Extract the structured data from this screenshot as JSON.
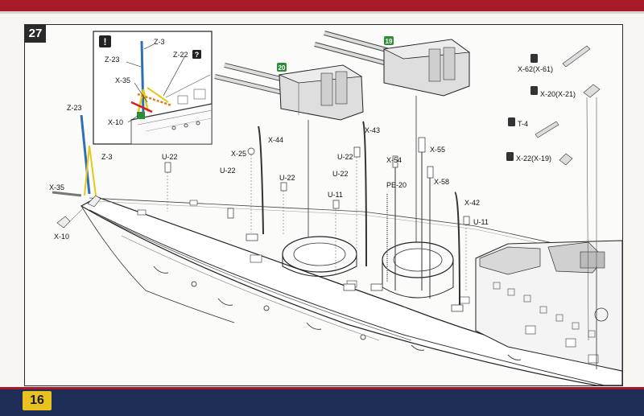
{
  "page_number": "16",
  "step_number": "27",
  "inset": {
    "warning_glyph": "!",
    "question_glyph": "?",
    "labels": [
      "Z-3",
      "Z-23",
      "Z-22",
      "X-35",
      "X-10"
    ]
  },
  "turret_badges": [
    "20",
    "19"
  ],
  "parts": {
    "z23": "Z-23",
    "z3": "Z-3",
    "x35": "X-35",
    "x10": "X-10",
    "u22a": "U-22",
    "u22b": "U-22",
    "u22c": "U-22",
    "u22d": "U-22",
    "u22e": "U-22",
    "x25": "X-25",
    "x44": "X-44",
    "x43": "X-43",
    "x54": "X-54",
    "x55": "X-55",
    "x58": "X-58",
    "x42": "X-42",
    "u11a": "U-11",
    "u11b": "U-11",
    "pe20": "PE-20"
  },
  "legend": [
    {
      "code": "X-62(X-61)"
    },
    {
      "code": "X-20(X-21)"
    },
    {
      "code": "T-4"
    },
    {
      "code": "X-22(X-19)"
    }
  ],
  "colors": {
    "header_red": "#a8192a",
    "footer_navy": "#1f2e57",
    "page_tab": "#e8c21e",
    "badge_green": "#2e8b3a",
    "highlight_blue": "#2f6fb8",
    "highlight_yellow": "#e4c81c",
    "highlight_orange": "#e07a1c"
  }
}
